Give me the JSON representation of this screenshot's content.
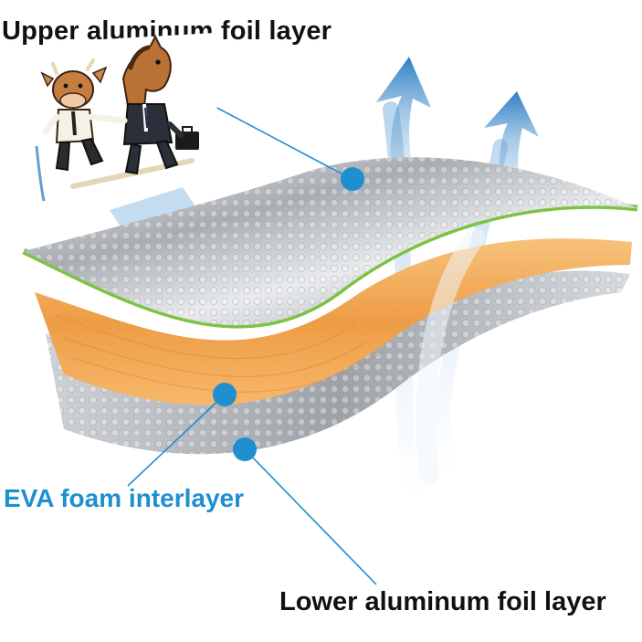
{
  "diagram": {
    "labels": {
      "upper": "Upper aluminum foil layer",
      "eva": "EVA foam interlayer",
      "lower": "Lower aluminum foil layer"
    },
    "colors": {
      "arrow_blue": "#3f86c4",
      "callout_blue": "#1f8fd0",
      "foil_silver": "#c9ccd0",
      "eva_orange": "#f1a44e",
      "edge_green": "#7cc243",
      "label_text": "#111111"
    }
  },
  "mascot": {
    "icon": "cow-and-horse-businessmen-icon",
    "briefcase_icon": "briefcase-icon"
  }
}
